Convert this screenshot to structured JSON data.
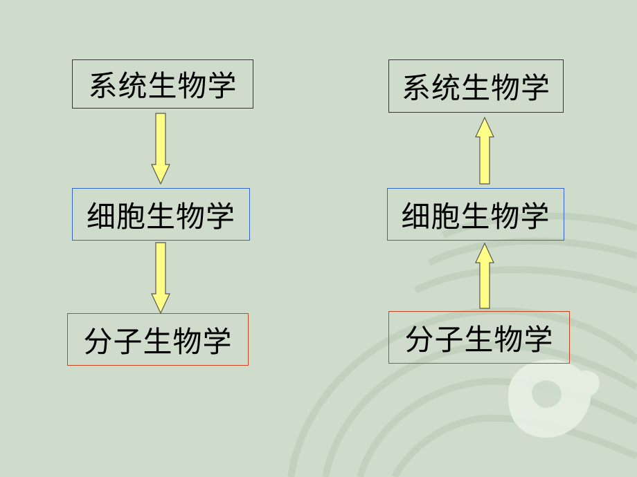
{
  "left_column": {
    "top": "系统生物学",
    "middle": "细胞生物学",
    "bottom": "分子生物学"
  },
  "right_column": {
    "top": "系统生物学",
    "middle": "细胞生物学",
    "bottom": "分子生物学"
  },
  "colors": {
    "background": "#cfdccb",
    "arrow_fill": "#ffff88",
    "box_border_top": "#333333",
    "box_border_middle": "#3366cc",
    "box_border_bottom": "#cc4422"
  }
}
